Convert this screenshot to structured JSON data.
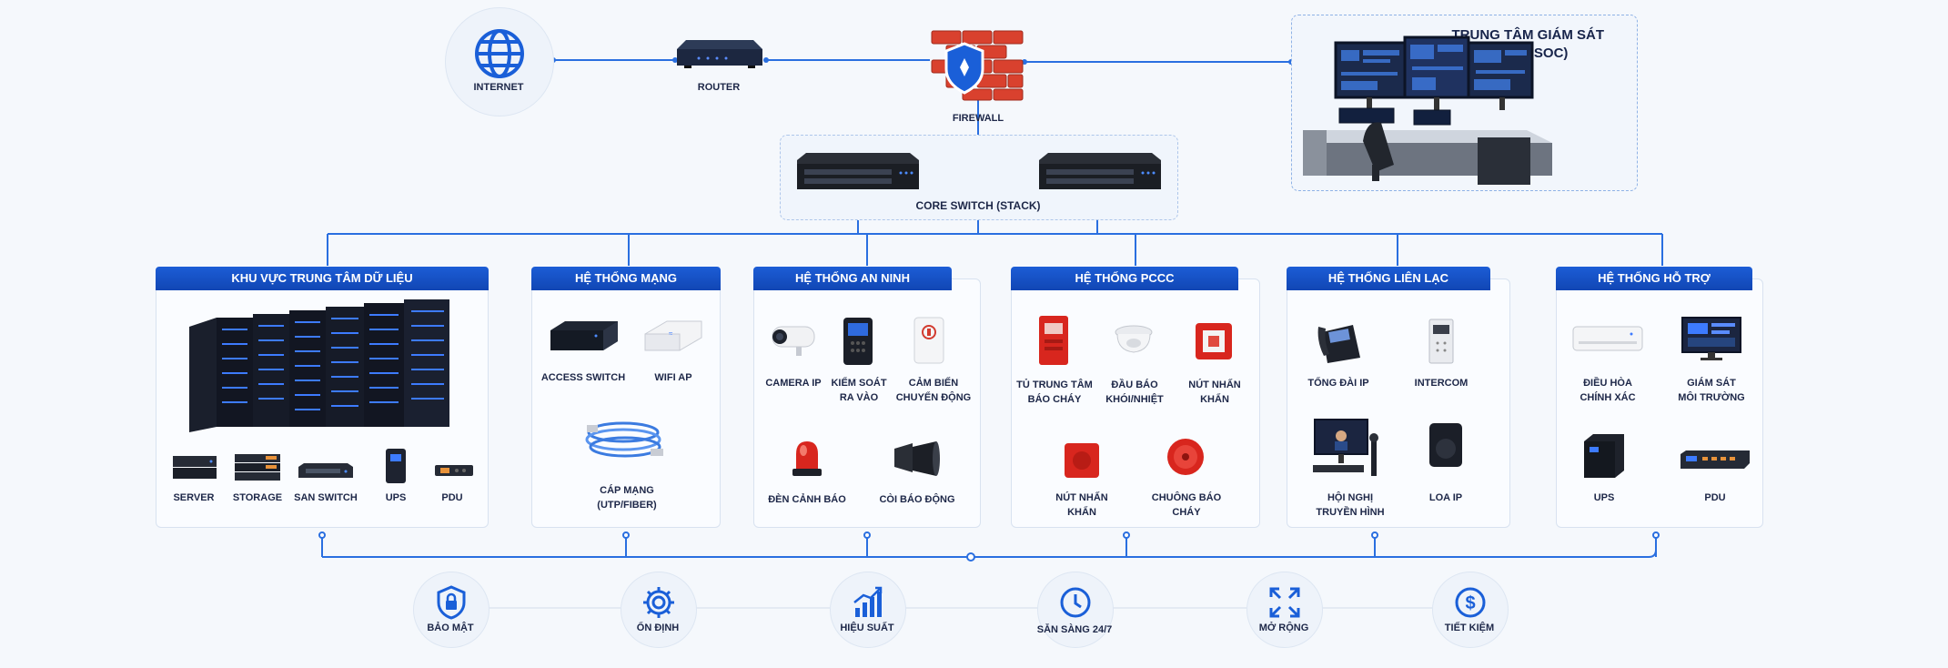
{
  "top": {
    "internet": "INTERNET",
    "router": "ROUTER",
    "firewall": "FIREWALL",
    "core_switch": "CORE SWITCH (STACK)",
    "noc_title": "TRUNG TÂM GIÁM SÁT\n(NOC / SOC)"
  },
  "panels": {
    "datacenter": {
      "title": "KHU VỰC TRUNG TÂM DỮ LIỆU",
      "items": [
        "SERVER",
        "STORAGE",
        "SAN SWITCH",
        "UPS",
        "PDU"
      ]
    },
    "network": {
      "title": "HỆ THỐNG MẠNG",
      "items": [
        "ACCESS SWITCH",
        "WIFI AP",
        "CÁP MẠNG\n(UTP/FIBER)"
      ]
    },
    "security": {
      "title": "HỆ THỐNG AN NINH",
      "items": [
        "CAMERA IP",
        "KIỂM SOÁT\nRA VÀO",
        "CẢM BIẾN\nCHUYỂN ĐỘNG",
        "ĐÈN CẢNH BÁO",
        "CÒI BÁO ĐỘNG"
      ]
    },
    "pccc": {
      "title": "HỆ THỐNG PCCC",
      "items": [
        "TỦ TRUNG TÂM\nBÁO CHÁY",
        "ĐẦU BÁO\nKHÓI/NHIỆT",
        "NÚT NHẤN\nKHẨN",
        "NÚT NHẤN\nKHẨN",
        "CHUÔNG BÁO\nCHÁY"
      ]
    },
    "comm": {
      "title": "HỆ THỐNG LIÊN LẠC",
      "items": [
        "TỔNG ĐÀI IP",
        "INTERCOM",
        "HỘI NGHỊ\nTRUYỀN HÌNH",
        "LOA IP"
      ]
    },
    "support": {
      "title": "HỆ THỐNG HỖ TRỢ",
      "items": [
        "ĐIỀU HÒA\nCHÍNH XÁC",
        "GIÁM SÁT\nMÔI TRƯỜNG",
        "UPS",
        "PDU"
      ]
    }
  },
  "benefits": [
    {
      "label": "BẢO MẬT",
      "icon": "shield-lock-icon"
    },
    {
      "label": "ỔN ĐỊNH",
      "icon": "gear-icon"
    },
    {
      "label": "HIỆU SUẤT",
      "icon": "bar-chart-icon"
    },
    {
      "label": "SẴN SÀNG 24/7",
      "icon": "clock-icon"
    },
    {
      "label": "MỞ RỘNG",
      "icon": "expand-icon"
    },
    {
      "label": "TIẾT KIỆM",
      "icon": "dollar-icon"
    }
  ],
  "colors": {
    "accent": "#1a5fd8",
    "line": "#2a6fe0",
    "firewall_brick": "#d9412e",
    "alarm_red": "#d8261e"
  }
}
